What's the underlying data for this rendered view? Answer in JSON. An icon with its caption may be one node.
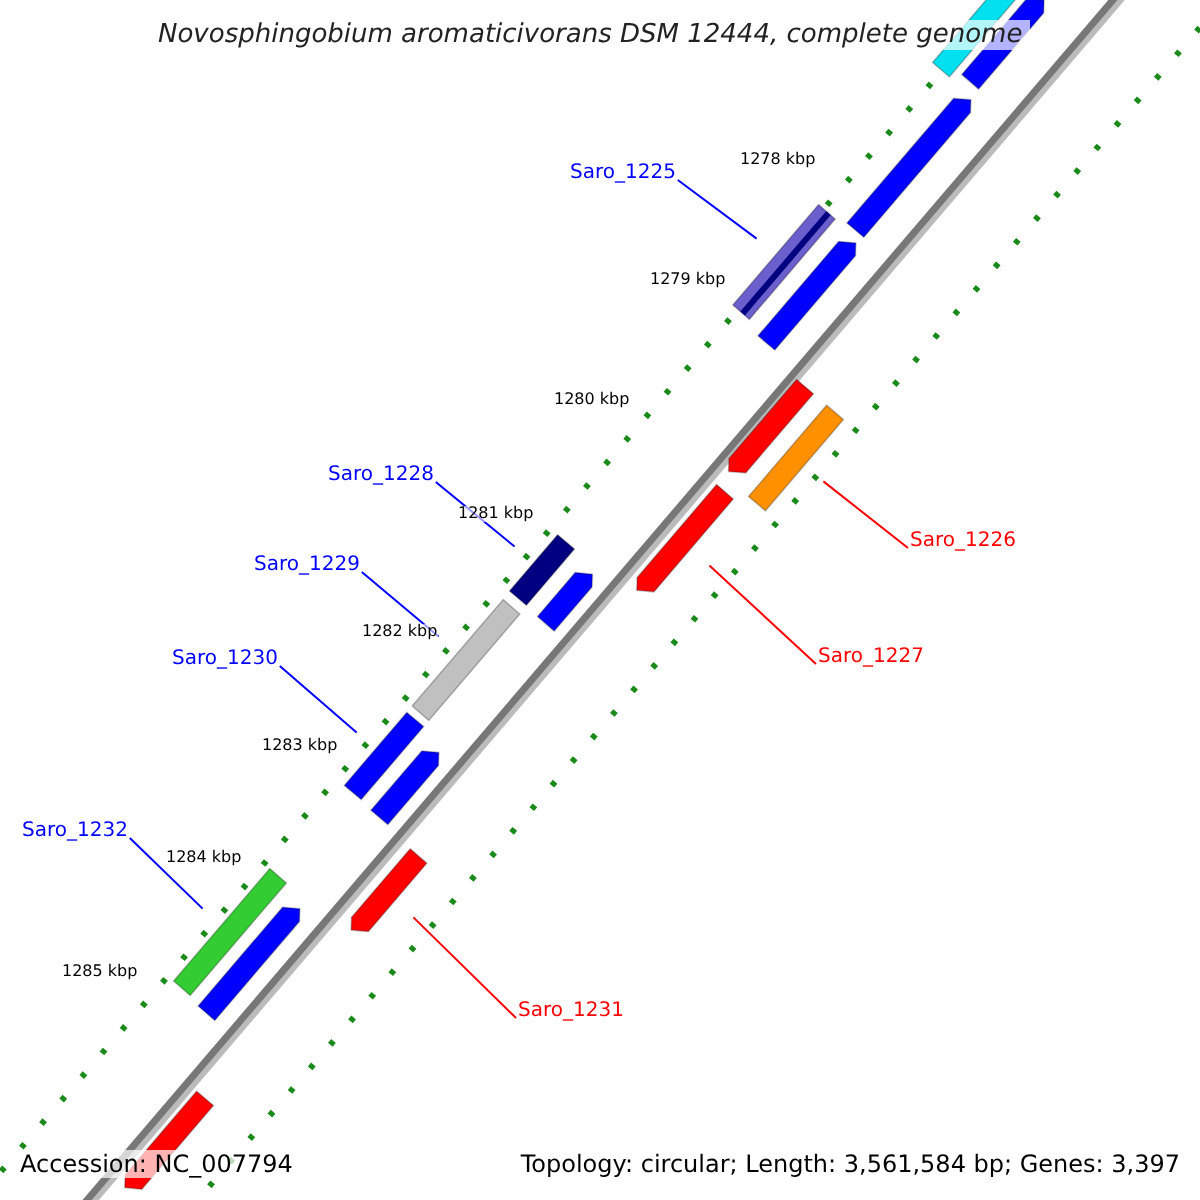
{
  "diagram": {
    "title": "Novosphingobium aromaticivorans DSM 12444, complete genome",
    "nodes": [
      {
        "text": [],
        "shape": "bar"
      },
      {
        "text": [],
        "shape": "bar"
      },
      {
        "text": [],
        "shape": "bar"
      },
      {
        "text": [
          "Saro_1225"
        ]
      },
      {
        "text": [],
        "shape": "bar"
      },
      {
        "text": [],
        "shape": "bar"
      },
      {
        "text": [],
        "shape": "bar"
      },
      {
        "text": [],
        "shape": "bar"
      },
      {
        "text": [
          "Saro_1228"
        ]
      },
      {
        "text": [
          "Saro_1226"
        ]
      },
      {
        "text": [],
        "shape": "bar"
      },
      {
        "text": [
          "Saro_1229"
        ]
      },
      {
        "text": [],
        "shape": "bar"
      },
      {
        "text": [],
        "shape": "bar"
      },
      {
        "text": [],
        "shape": "bar"
      },
      {
        "text": [
          "Saro_1227"
        ]
      },
      {
        "text": [
          "Saro_1230"
        ]
      },
      {
        "text": [],
        "shape": "bar"
      },
      {
        "text": [],
        "shape": "bar"
      },
      {
        "text": [
          "Saro_1232"
        ]
      },
      {
        "text": [],
        "shape": "bar"
      },
      {
        "text": [],
        "shape": "bar"
      },
      {
        "text": [],
        "shape": "bar"
      },
      {
        "text": [
          "Saro_1231"
        ]
      },
      {
        "text": [],
        "shape": "bar"
      }
    ],
    "edges": [
      {
        "from": 3,
        "to": 4,
        "arrow": "none"
      },
      {
        "from": 8,
        "to": 12,
        "arrow": "none"
      },
      {
        "from": 9,
        "to": 7,
        "arrow": "none",
        "color": "#ff0000"
      },
      {
        "from": 11,
        "to": 14,
        "arrow": "none"
      },
      {
        "from": 15,
        "to": 10,
        "arrow": "none",
        "color": "#ff0000"
      },
      {
        "from": 16,
        "to": 17,
        "arrow": "none"
      },
      {
        "from": 19,
        "to": 21,
        "arrow": "none"
      },
      {
        "from": 23,
        "to": 20,
        "arrow": "none",
        "color": "#ff0000"
      }
    ],
    "labels": [
      "1278 kbp",
      "1279 kbp",
      "1280 kbp",
      "1281 kbp",
      "1282 kbp",
      "1283 kbp",
      "1284 kbp",
      "1285 kbp",
      "Accession: NC_007794",
      "Topology: circular; Length: 3,561,584 bp; Genes: 3,397"
    ]
  }
}
